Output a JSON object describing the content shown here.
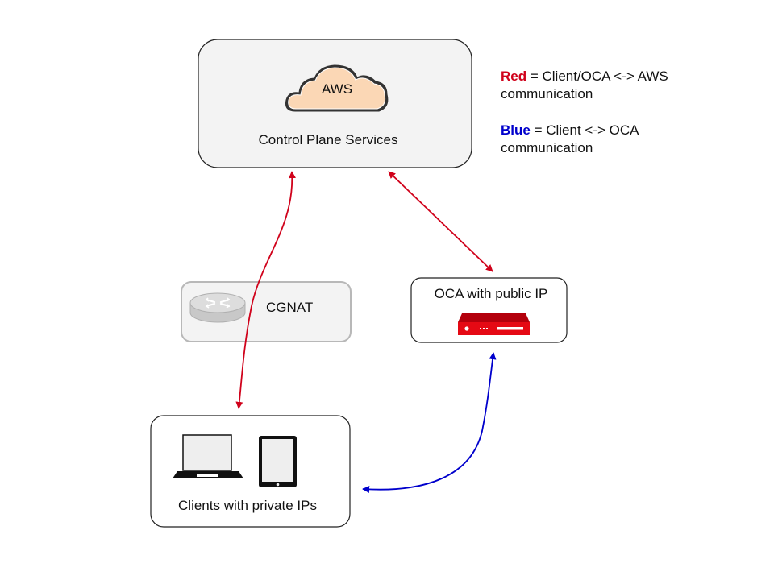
{
  "nodes": {
    "control_plane": {
      "label": "Control Plane Services",
      "cloud_label": "AWS"
    },
    "cgnat": {
      "label": "CGNAT"
    },
    "oca": {
      "label": "OCA with public IP"
    },
    "clients": {
      "label": "Clients with private IPs"
    }
  },
  "legend": {
    "red": {
      "key": "Red",
      "text": " = Client/OCA <-> AWS communication"
    },
    "blue": {
      "key": "Blue",
      "text": " = Client <-> OCA communication"
    }
  },
  "colors": {
    "red": "#d0021b",
    "blue": "#0000cc",
    "cloud_fill": "#fbd7b5",
    "control_plane_fill": "#f3f3f3",
    "cgnat_fill": "#f3f3f3",
    "server_red": "#e50914"
  },
  "icons": {
    "cloud": "cloud-icon",
    "router": "router-icon",
    "server": "server-appliance-icon",
    "laptop": "laptop-icon",
    "tablet": "tablet-icon"
  }
}
